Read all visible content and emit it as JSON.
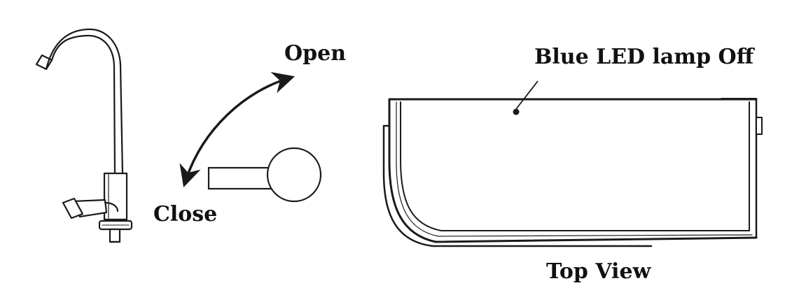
{
  "labels": {
    "open": "Open",
    "close": "Close",
    "led_off": "Blue LED lamp Off",
    "top_view": "Top View"
  },
  "icons": {
    "faucet": "faucet-icon",
    "rotation_arrow": "double-headed-curved-arrow-icon",
    "handle": "lever-handle-icon",
    "unit": "filter-unit-top-view-icon",
    "led": "led-dot-icon"
  },
  "colors": {
    "line": "#1a1a1a",
    "background": "#ffffff"
  }
}
